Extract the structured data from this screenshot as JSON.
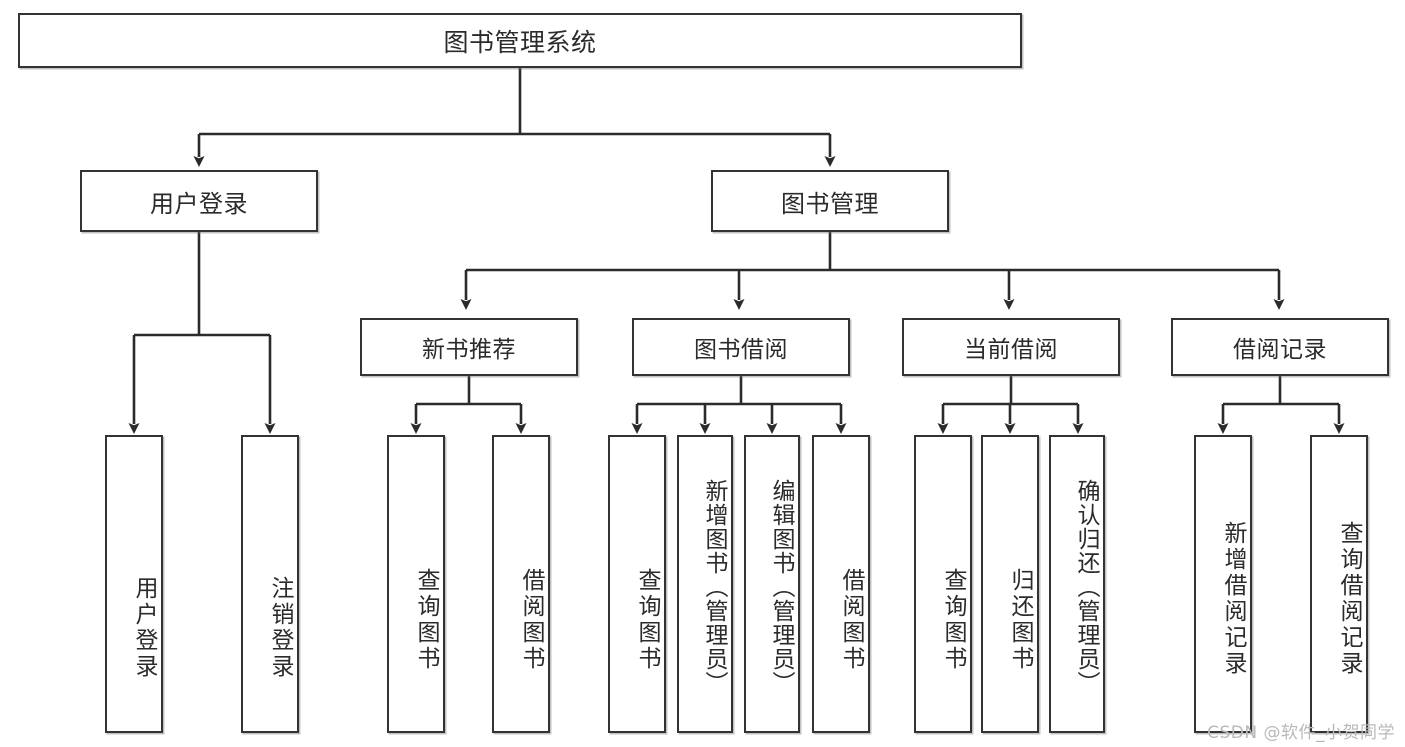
{
  "diagram": {
    "type": "tree",
    "title": "图书管理系统",
    "watermark": "CSDN @软件_小贺同学",
    "colors": {
      "box_border": "#333333",
      "box_fill": "#ffffff",
      "connector": "#2b2b2b",
      "text": "#2b2b2b",
      "watermark": "#b9b9b9",
      "background": "#ffffff"
    },
    "nodes": {
      "root": {
        "label": "图书管理系统",
        "level": 1
      },
      "user_login": {
        "label": "用户登录",
        "level": 2
      },
      "book_manage": {
        "label": "图书管理",
        "level": 2
      },
      "new_book_rec": {
        "label": "新书推荐",
        "level": 3
      },
      "book_borrow": {
        "label": "图书借阅",
        "level": 3
      },
      "current_borrow": {
        "label": "当前借阅",
        "level": 3
      },
      "borrow_record": {
        "label": "借阅记录",
        "level": 3
      },
      "leaf_user_login": {
        "label": "用户登录",
        "level": 4
      },
      "leaf_logout": {
        "label": "注销登录",
        "level": 4
      },
      "leaf_query_book_1": {
        "label": "查询图书",
        "level": 4
      },
      "leaf_borrow_book_1": {
        "label": "借阅图书",
        "level": 4
      },
      "leaf_query_book_2": {
        "label": "查询图书",
        "level": 4
      },
      "leaf_add_book": {
        "label": "新增图书（管理员）",
        "level": 4
      },
      "leaf_edit_book": {
        "label": "编辑图书（管理员）",
        "level": 4
      },
      "leaf_borrow_book_2": {
        "label": "借阅图书",
        "level": 4
      },
      "leaf_query_book_3": {
        "label": "查询图书",
        "level": 4
      },
      "leaf_return_book": {
        "label": "归还图书",
        "level": 4
      },
      "leaf_confirm_return": {
        "label": "确认归还（管理员）",
        "level": 4
      },
      "leaf_add_record": {
        "label": "新增借阅记录",
        "level": 4
      },
      "leaf_query_record": {
        "label": "查询借阅记录",
        "level": 4
      }
    },
    "edges": [
      {
        "from": "root",
        "to": "user_login"
      },
      {
        "from": "root",
        "to": "book_manage"
      },
      {
        "from": "book_manage",
        "to": "new_book_rec"
      },
      {
        "from": "book_manage",
        "to": "book_borrow"
      },
      {
        "from": "book_manage",
        "to": "current_borrow"
      },
      {
        "from": "book_manage",
        "to": "borrow_record"
      },
      {
        "from": "user_login",
        "to": "leaf_user_login"
      },
      {
        "from": "user_login",
        "to": "leaf_logout"
      },
      {
        "from": "new_book_rec",
        "to": "leaf_query_book_1"
      },
      {
        "from": "new_book_rec",
        "to": "leaf_borrow_book_1"
      },
      {
        "from": "book_borrow",
        "to": "leaf_query_book_2"
      },
      {
        "from": "book_borrow",
        "to": "leaf_add_book"
      },
      {
        "from": "book_borrow",
        "to": "leaf_edit_book"
      },
      {
        "from": "book_borrow",
        "to": "leaf_borrow_book_2"
      },
      {
        "from": "current_borrow",
        "to": "leaf_query_book_3"
      },
      {
        "from": "current_borrow",
        "to": "leaf_return_book"
      },
      {
        "from": "current_borrow",
        "to": "leaf_confirm_return"
      },
      {
        "from": "borrow_record",
        "to": "leaf_add_record"
      },
      {
        "from": "borrow_record",
        "to": "leaf_query_record"
      }
    ]
  }
}
